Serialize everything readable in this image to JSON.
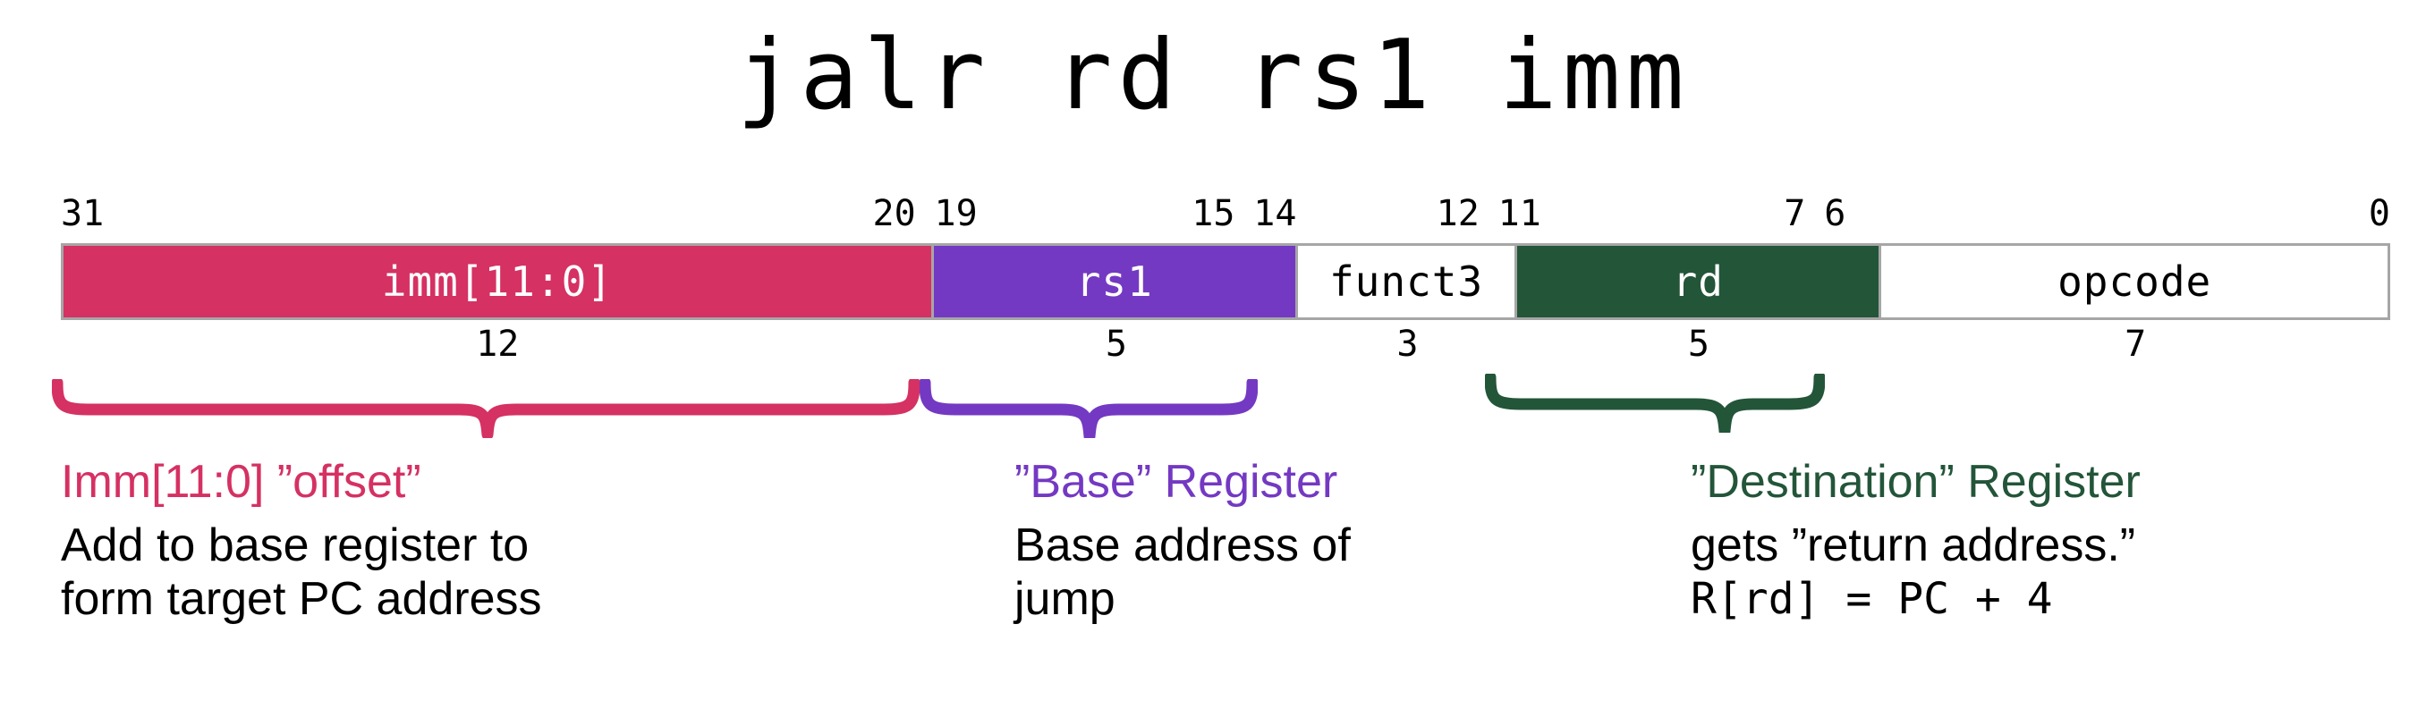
{
  "title": "jalr rd rs1 imm",
  "colors": {
    "imm": "#D53163",
    "rs1": "#7439C2",
    "funct3": "#FFFFFF",
    "rd": "#235539",
    "opcode": "#FFFFFF",
    "border": "#A6A6A6",
    "text_dark": "#000000"
  },
  "bit_labels": [
    {
      "text": "31",
      "align": "left",
      "pos_pct": 0
    },
    {
      "text": "20",
      "align": "right",
      "pos_pct": 36.7
    },
    {
      "text": "19",
      "align": "left",
      "pos_pct": 37.5
    },
    {
      "text": "15",
      "align": "right",
      "pos_pct": 50.4
    },
    {
      "text": "14",
      "align": "left",
      "pos_pct": 51.2
    },
    {
      "text": "12",
      "align": "right",
      "pos_pct": 60.9
    },
    {
      "text": "11",
      "align": "left",
      "pos_pct": 61.7
    },
    {
      "text": "7",
      "align": "right",
      "pos_pct": 74.9
    },
    {
      "text": "6",
      "align": "left",
      "pos_pct": 75.7
    },
    {
      "text": "0",
      "align": "right",
      "pos_pct": 100
    }
  ],
  "fields": [
    {
      "name": "imm",
      "label": "imm[11:0]",
      "bits": 12,
      "fill": "#D53163",
      "text_color": "#FFFFFF",
      "width_label": "12"
    },
    {
      "name": "rs1",
      "label": "rs1",
      "bits": 5,
      "fill": "#7439C2",
      "text_color": "#FFFFFF",
      "width_label": "5"
    },
    {
      "name": "funct3",
      "label": "funct3",
      "bits": 3,
      "fill": "#FFFFFF",
      "text_color": "#000000",
      "width_label": "3"
    },
    {
      "name": "rd",
      "label": "rd",
      "bits": 5,
      "fill": "#235539",
      "text_color": "#FFFFFF",
      "width_label": "5"
    },
    {
      "name": "opcode",
      "label": "opcode",
      "bits": 7,
      "fill": "#FFFFFF",
      "text_color": "#000000",
      "width_label": "7"
    }
  ],
  "notes": [
    {
      "name": "imm-note",
      "heading": "Imm[11:0] ”offset”",
      "body": "Add to base register to\nform target PC address",
      "mono": "",
      "color": "#D53163"
    },
    {
      "name": "rs1-note",
      "heading": "”Base” Register",
      "body": "Base address of\njump",
      "mono": "",
      "color": "#7439C2"
    },
    {
      "name": "rd-note",
      "heading": "”Destination” Register",
      "body": "gets ”return address.”",
      "mono": "R[rd] = PC + 4",
      "color": "#235539"
    }
  ]
}
